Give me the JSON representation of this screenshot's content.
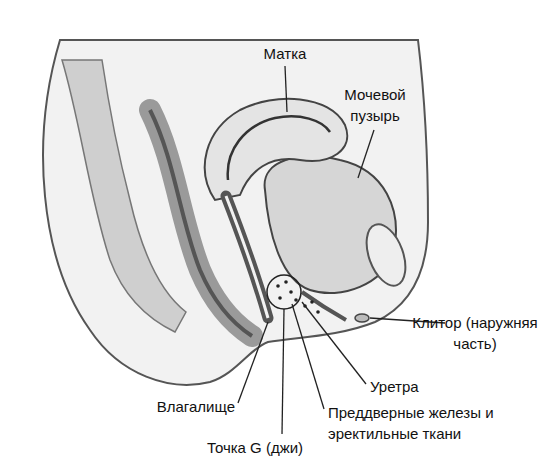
{
  "diagram": {
    "labels": [
      "Матка",
      "Мочевой пузырь",
      "Клитор (наружняя часть)",
      "Уретра",
      "Влагалище",
      "Преддверные железы и эректильные ткани",
      "Точка G (джи)"
    ]
  }
}
